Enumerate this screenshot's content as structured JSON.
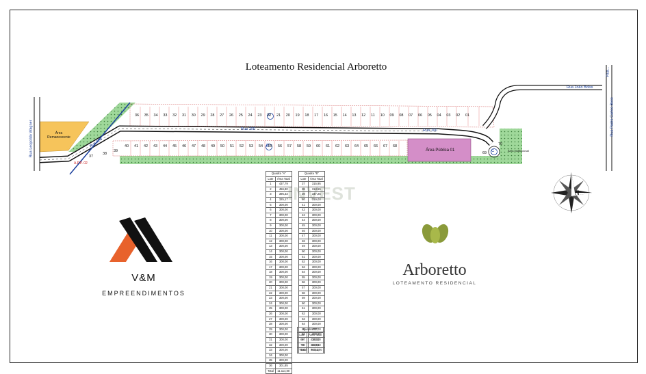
{
  "title": "Loteamento Residencial Arboretto",
  "streets": {
    "rua100_a": "Rua 100",
    "rua100_b": "Rua 100",
    "rua100_c": "Rua 100",
    "rua_joao_bolss": "Rua João Bolss",
    "rua_padre": "Rua Padre Carlos Bess",
    "rua_left": "Rua Leopoldo Wagner",
    "rua_top": "Rua..."
  },
  "areas": {
    "remanescente": "Área Remanescente",
    "publica": "Área Pública 01",
    "app": "A.P.P. 02",
    "institucional": "Área Institucional"
  },
  "quadras_markers": [
    "A",
    "B",
    "C"
  ],
  "lots_top": [
    "36",
    "35",
    "34",
    "33",
    "32",
    "31",
    "30",
    "29",
    "28",
    "27",
    "26",
    "25",
    "24",
    "23",
    "22",
    "21",
    "20",
    "19",
    "18",
    "17",
    "16",
    "15",
    "14",
    "13",
    "12",
    "11",
    "10",
    "09",
    "08",
    "07",
    "06",
    "05",
    "04",
    "03",
    "02",
    "01"
  ],
  "lots_bottom": [
    "37",
    "38",
    "39",
    "40",
    "41",
    "42",
    "43",
    "44",
    "45",
    "46",
    "47",
    "48",
    "49",
    "50",
    "51",
    "52",
    "53",
    "54",
    "55",
    "56",
    "57",
    "58",
    "59",
    "60",
    "61",
    "62",
    "63",
    "64",
    "65",
    "66",
    "67",
    "68"
  ],
  "lots_c": [
    "69",
    "70"
  ],
  "table_a": {
    "title": "Quadra \"A\"",
    "head": [
      "Lote",
      "Área Total"
    ],
    "rows": [
      [
        "1",
        "437,79"
      ],
      [
        "2",
        "456,80"
      ],
      [
        "3",
        "395,33"
      ],
      [
        "4",
        "325,17"
      ],
      [
        "5",
        "300,00"
      ],
      [
        "6",
        "300,00"
      ],
      [
        "7",
        "300,00"
      ],
      [
        "8",
        "300,00"
      ],
      [
        "9",
        "300,00"
      ],
      [
        "10",
        "300,00"
      ],
      [
        "11",
        "300,00"
      ],
      [
        "12",
        "300,00"
      ],
      [
        "13",
        "300,00"
      ],
      [
        "14",
        "300,00"
      ],
      [
        "15",
        "300,00"
      ],
      [
        "16",
        "300,00"
      ],
      [
        "17",
        "300,00"
      ],
      [
        "18",
        "300,00"
      ],
      [
        "19",
        "300,00"
      ],
      [
        "20",
        "300,00"
      ],
      [
        "21",
        "300,00"
      ],
      [
        "22",
        "300,00"
      ],
      [
        "23",
        "300,00"
      ],
      [
        "24",
        "300,00"
      ],
      [
        "25",
        "300,00"
      ],
      [
        "26",
        "300,00"
      ],
      [
        "27",
        "300,00"
      ],
      [
        "28",
        "300,00"
      ],
      [
        "29",
        "300,00"
      ],
      [
        "30",
        "300,00"
      ],
      [
        "31",
        "300,00"
      ],
      [
        "32",
        "300,00"
      ],
      [
        "33",
        "300,00"
      ],
      [
        "34",
        "300,00"
      ],
      [
        "35",
        "300,00"
      ],
      [
        "36",
        "301,85"
      ],
      [
        "Total",
        "11.114,00"
      ]
    ]
  },
  "table_b": {
    "title": "Quadra \"B\"",
    "head": [
      "Lote",
      "Área Total"
    ],
    "rows": [
      [
        "37",
        "315,95"
      ],
      [
        "38",
        "313,55"
      ],
      [
        "39",
        "347,25"
      ],
      [
        "40",
        "319,00"
      ],
      [
        "41",
        "300,00"
      ],
      [
        "42",
        "300,00"
      ],
      [
        "43",
        "300,00"
      ],
      [
        "44",
        "300,00"
      ],
      [
        "45",
        "300,00"
      ],
      [
        "46",
        "300,00"
      ],
      [
        "47",
        "300,00"
      ],
      [
        "48",
        "300,00"
      ],
      [
        "49",
        "300,00"
      ],
      [
        "50",
        "300,00"
      ],
      [
        "51",
        "300,00"
      ],
      [
        "52",
        "300,00"
      ],
      [
        "53",
        "300,00"
      ],
      [
        "54",
        "300,00"
      ],
      [
        "55",
        "300,00"
      ],
      [
        "56",
        "300,00"
      ],
      [
        "57",
        "300,00"
      ],
      [
        "58",
        "300,00"
      ],
      [
        "59",
        "300,00"
      ],
      [
        "60",
        "300,00"
      ],
      [
        "61",
        "300,00"
      ],
      [
        "62",
        "300,00"
      ],
      [
        "63",
        "300,00"
      ],
      [
        "64",
        "300,00"
      ],
      [
        "65",
        "300,00"
      ],
      [
        "66",
        "300,00"
      ],
      [
        "67",
        "300,00"
      ],
      [
        "68",
        "300,00"
      ],
      [
        "Total",
        "9.704,70"
      ]
    ]
  },
  "table_c": {
    "title": "Quadra \"C\"",
    "head": [
      "Lote",
      "Área Total"
    ],
    "rows": [
      [
        "69",
        "418,32"
      ],
      [
        "70",
        "363,81"
      ],
      [
        "Total",
        "782,13"
      ]
    ]
  },
  "logo_vm": {
    "name": "V&M",
    "sub": "EMPREENDIMENTOS",
    "accent": "#e8622c"
  },
  "logo_arboretto": {
    "name": "Arboretto",
    "sub": "LOTEAMENTO RESIDENCIAL",
    "leaf_color": "#8a9a3a"
  },
  "watermark": "INVEST",
  "compass": {
    "north": "N"
  },
  "colors": {
    "green_area": "#8fcf8f",
    "remanescente": "#f7c35a",
    "publica": "#d68fc6",
    "road": "#111111"
  }
}
